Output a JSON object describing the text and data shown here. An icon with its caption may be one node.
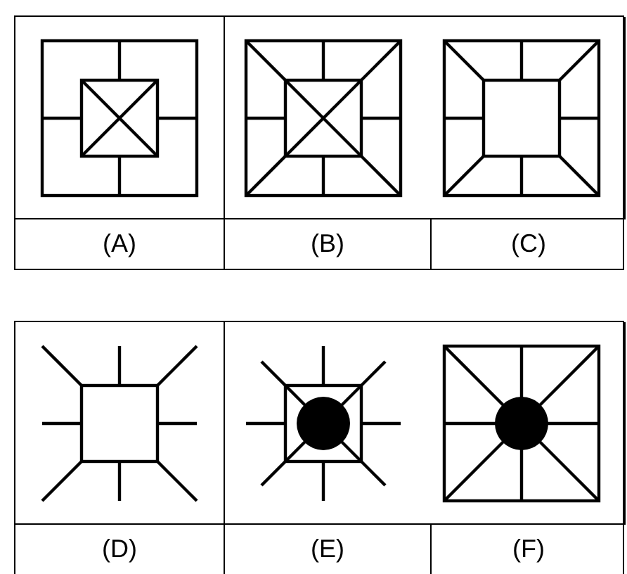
{
  "diagram": {
    "labels": [
      "(A)",
      "(B)",
      "(C)",
      "(D)",
      "(E)",
      "(F)"
    ]
  }
}
